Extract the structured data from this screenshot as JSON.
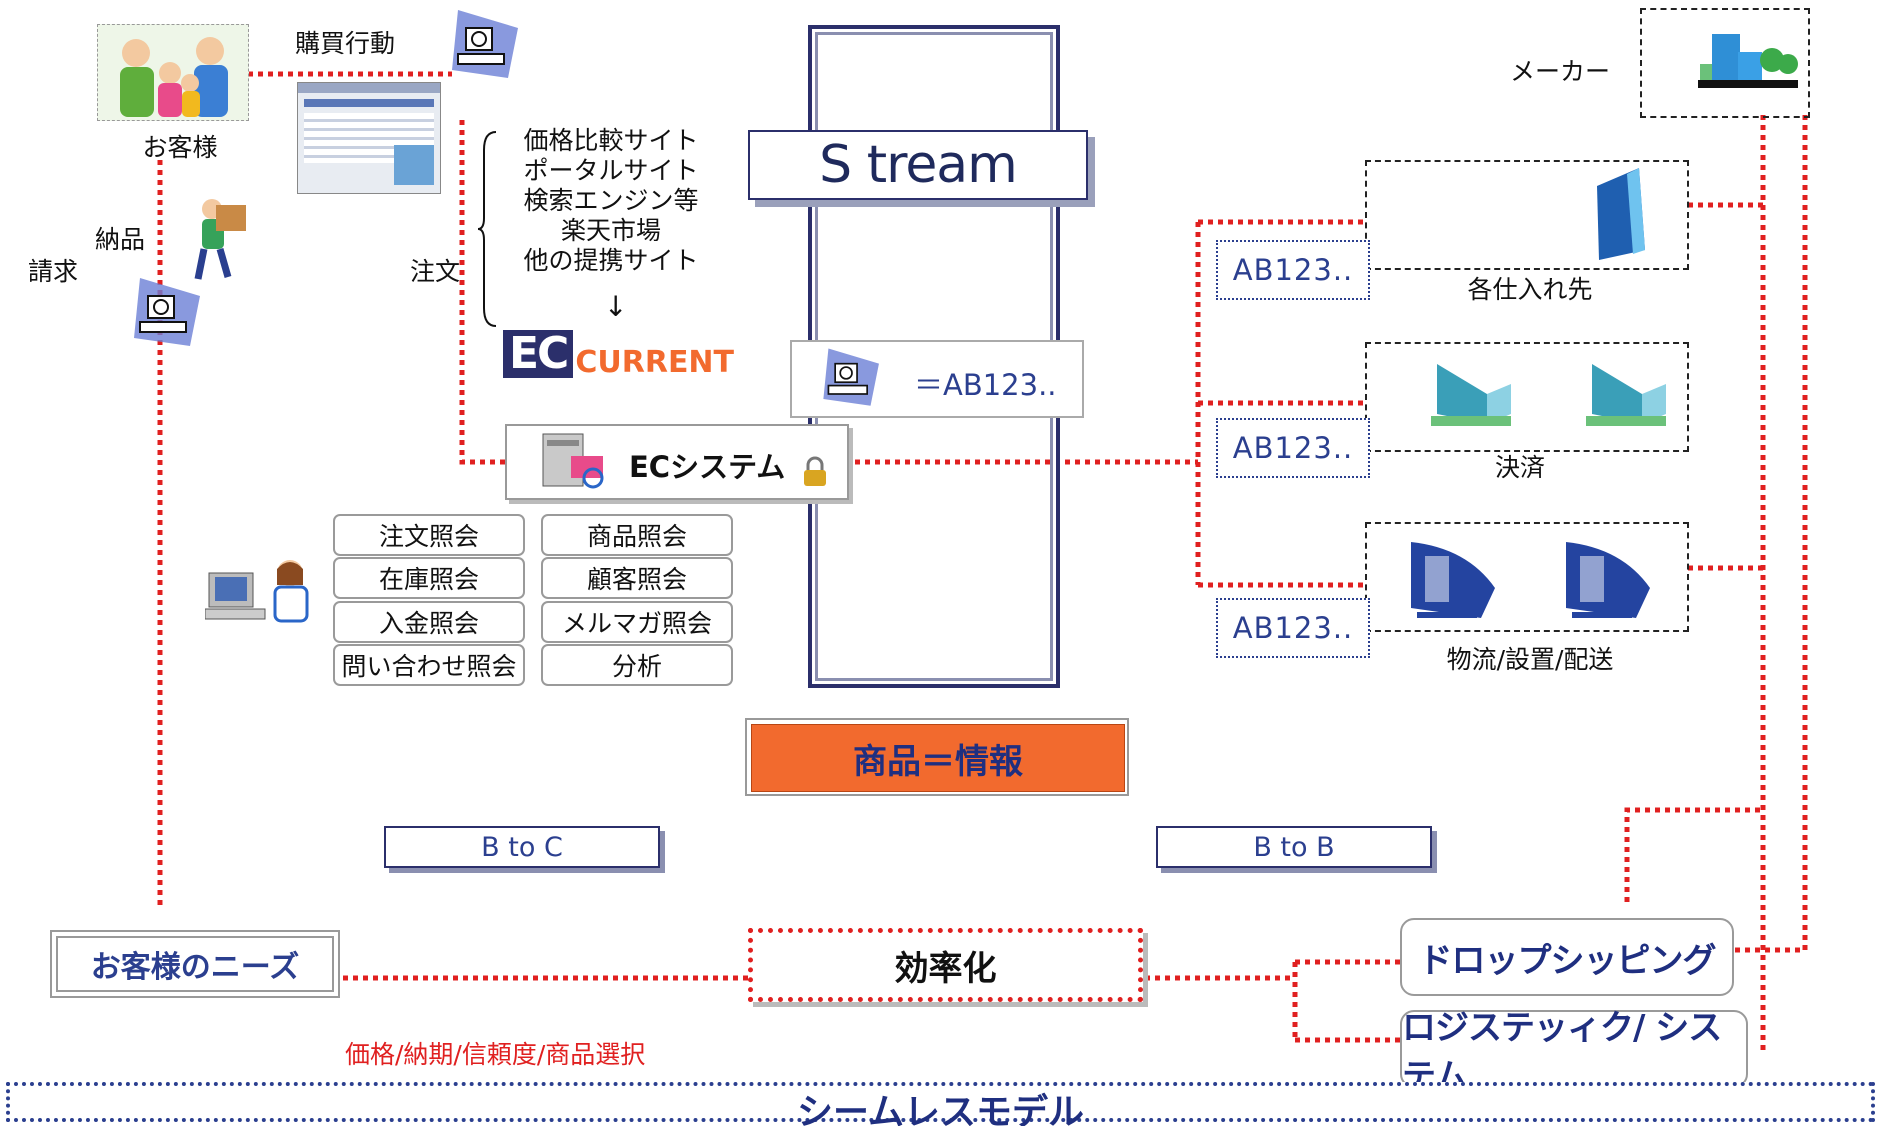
{
  "customer": {
    "label": "お客様",
    "action": "購買行動",
    "delivery": "納品",
    "billing": "請求",
    "order": "注文"
  },
  "sites": [
    "価格比較サイト",
    "ポータルサイト",
    "検索エンジン等",
    "楽天市場",
    "他の提携サイト"
  ],
  "ec_logo": {
    "ec": "EC",
    "current": "CURRENT"
  },
  "ec_system": "ECシステム",
  "stream": {
    "title": "S tream",
    "code_label": "＝AB123.."
  },
  "queries": [
    "注文照会",
    "商品照会",
    "在庫照会",
    "顧客照会",
    "入金照会",
    "メルマガ照会",
    "問い合わせ照会",
    "分析"
  ],
  "center_banner": "商品＝情報",
  "btoc": "B to C",
  "btob": "B to B",
  "maker": "メーカー",
  "partners": [
    {
      "code": "AB123..",
      "label": "各仕入れ先"
    },
    {
      "code": "AB123..",
      "label": "決済"
    },
    {
      "code": "AB123..",
      "label": "物流/設置/配送"
    }
  ],
  "customer_needs": "お客様のニーズ",
  "efficiency": "効率化",
  "needs_detail": "価格/納期/信頼度/商品選択",
  "drop_shipping": "ドロップシッピング",
  "logistics_system": "ロジステッィク/ システム",
  "seamless_model": "シームレスモデル",
  "colors": {
    "red_line": "#e02020",
    "navy": "#2b3f8f",
    "orange": "#f26a2e"
  }
}
